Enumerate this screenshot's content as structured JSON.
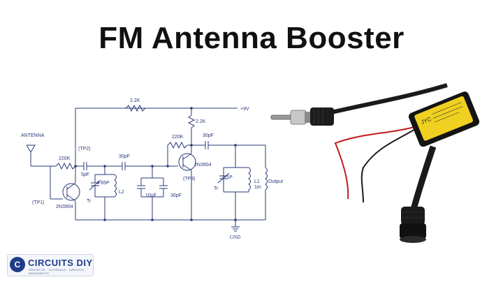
{
  "title": "FM Antenna Booster",
  "schematic": {
    "antenna": "ANTENNA",
    "r_bias_top": "2.2K",
    "vcc": "+9V",
    "r_collector": "2.2K",
    "r_base_q1": "220K",
    "r_base_q2": "220K",
    "tp1": "(TP1)",
    "tp2": "(TP2)",
    "tp3": "(TP3)",
    "c_coupling1": "5pF",
    "c_coupling2": "30pF",
    "c_coupling3": "30pF",
    "q1": "2N3904",
    "q2": "2N3904",
    "trimmer1": "4-65P",
    "trimmer1_label": "Tr",
    "l2": "L2",
    "c_10uf": "10uF",
    "c_30pf_tank": "30pF",
    "trimmer2": "4-1P",
    "trimmer2_label": "Tr",
    "l1": "L1",
    "l1_value": "1m",
    "output": "Output",
    "gnd": "GND"
  },
  "logo": {
    "badge": "C",
    "name": "CIRCUITS DIY",
    "tagline": "PROJECTS · TUTORIALS · CIRCUITS · DATASHEETS"
  }
}
